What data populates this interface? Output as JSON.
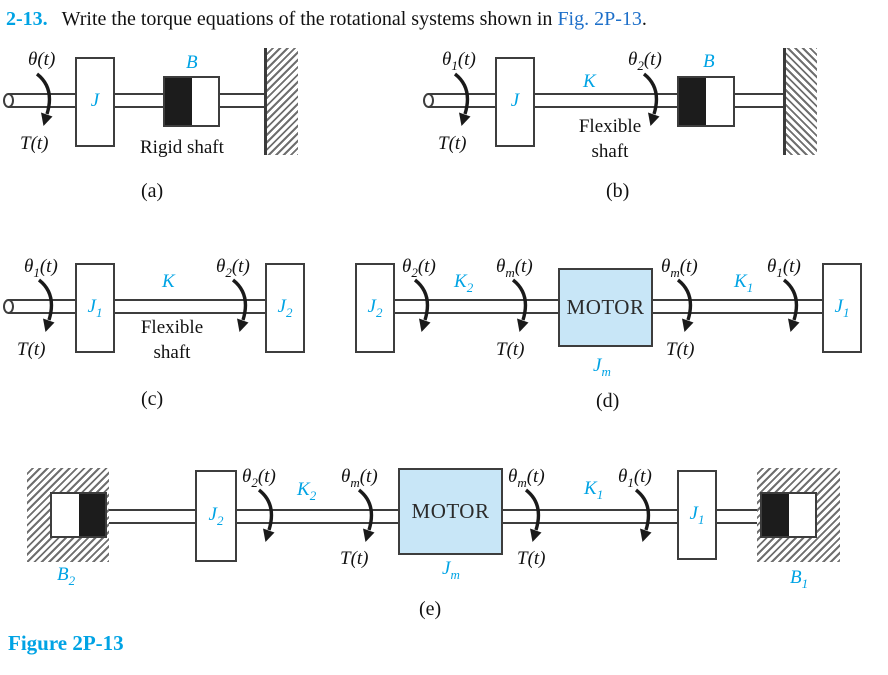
{
  "page": {
    "problem_number": "2-13.",
    "problem_text": "Write the torque equations of the rotational systems shown in ",
    "figure_ref": "Fig. 2P-13",
    "sentence_end": ".",
    "figure_caption": "Figure 2P-13"
  },
  "colors": {
    "accent_cyan": "#00A3E4",
    "link_blue": "#1D6FC9",
    "motor_fill": "#C8E6F7",
    "line_dark": "#3d3d3d"
  },
  "a": {
    "theta": {
      "pre": "θ",
      "sub": "",
      "post": "(t)"
    },
    "torque": {
      "pre": "T",
      "sub": "",
      "post": "(t)"
    },
    "J": {
      "pre": "J",
      "sub": "",
      "post": ""
    },
    "B": {
      "pre": "B",
      "sub": "",
      "post": ""
    },
    "shaft_label": "Rigid shaft",
    "caption": "(a)"
  },
  "b": {
    "theta1": {
      "pre": "θ",
      "sub": "1",
      "post": "(t)"
    },
    "theta2": {
      "pre": "θ",
      "sub": "2",
      "post": "(t)"
    },
    "torque": {
      "pre": "T",
      "sub": "",
      "post": "(t)"
    },
    "J": {
      "pre": "J",
      "sub": "",
      "post": ""
    },
    "K": {
      "pre": "K",
      "sub": "",
      "post": ""
    },
    "B": {
      "pre": "B",
      "sub": "",
      "post": ""
    },
    "shaft_label_line1": "Flexible",
    "shaft_label_line2": "shaft",
    "caption": "(b)"
  },
  "c": {
    "theta1": {
      "pre": "θ",
      "sub": "1",
      "post": "(t)"
    },
    "theta2": {
      "pre": "θ",
      "sub": "2",
      "post": "(t)"
    },
    "torque": {
      "pre": "T",
      "sub": "",
      "post": "(t)"
    },
    "J1": {
      "pre": "J",
      "sub": "1",
      "post": ""
    },
    "J2": {
      "pre": "J",
      "sub": "2",
      "post": ""
    },
    "K": {
      "pre": "K",
      "sub": "",
      "post": ""
    },
    "shaft_label_line1": "Flexible",
    "shaft_label_line2": "shaft",
    "caption": "(c)"
  },
  "d": {
    "J2": {
      "pre": "J",
      "sub": "2",
      "post": ""
    },
    "theta2": {
      "pre": "θ",
      "sub": "2",
      "post": "(t)"
    },
    "K2": {
      "pre": "K",
      "sub": "2",
      "post": ""
    },
    "theta_m": {
      "pre": "θ",
      "sub": "m",
      "post": "(t)"
    },
    "torque": {
      "pre": "T",
      "sub": "",
      "post": "(t)"
    },
    "motor": "MOTOR",
    "Jm": {
      "pre": "J",
      "sub": "m",
      "post": ""
    },
    "K1": {
      "pre": "K",
      "sub": "1",
      "post": ""
    },
    "theta1": {
      "pre": "θ",
      "sub": "1",
      "post": "(t)"
    },
    "J1": {
      "pre": "J",
      "sub": "1",
      "post": ""
    },
    "caption": "(d)"
  },
  "e": {
    "B2": {
      "pre": "B",
      "sub": "2",
      "post": ""
    },
    "J2": {
      "pre": "J",
      "sub": "2",
      "post": ""
    },
    "theta2": {
      "pre": "θ",
      "sub": "2",
      "post": "(t)"
    },
    "K2": {
      "pre": "K",
      "sub": "2",
      "post": ""
    },
    "theta_m": {
      "pre": "θ",
      "sub": "m",
      "post": "(t)"
    },
    "torque": {
      "pre": "T",
      "sub": "",
      "post": "(t)"
    },
    "motor": "MOTOR",
    "Jm": {
      "pre": "J",
      "sub": "m",
      "post": ""
    },
    "K1": {
      "pre": "K",
      "sub": "1",
      "post": ""
    },
    "theta1": {
      "pre": "θ",
      "sub": "1",
      "post": "(t)"
    },
    "J1": {
      "pre": "J",
      "sub": "1",
      "post": ""
    },
    "B1": {
      "pre": "B",
      "sub": "1",
      "post": ""
    },
    "caption": "(e)"
  }
}
